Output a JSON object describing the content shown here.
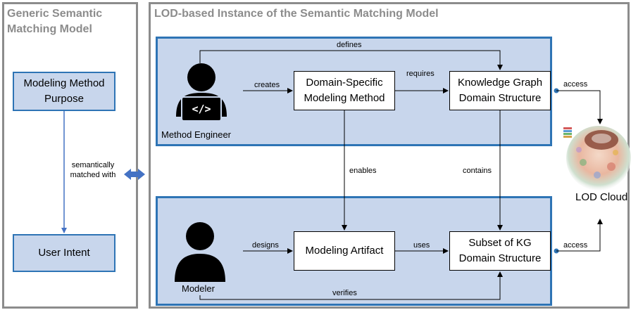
{
  "generic_panel": {
    "title_line1": "Generic Semantic",
    "title_line2": "Matching Model",
    "purpose_line1": "Modeling Method",
    "purpose_line2": "Purpose",
    "user_intent": "User Intent",
    "matched_line1": "semantically",
    "matched_line2": "matched with"
  },
  "lod_panel": {
    "title": "LOD-based Instance of the Semantic Matching Model",
    "method_engineer": "Method Engineer",
    "modeler": "Modeler",
    "dsmm_line1": "Domain-Specific",
    "dsmm_line2": "Modeling Method",
    "kg_line1": "Knowledge Graph",
    "kg_line2": "Domain Structure",
    "artifact": "Modeling Artifact",
    "subset_line1": "Subset of KG",
    "subset_line2": "Domain Structure"
  },
  "edges": {
    "defines": "defines",
    "creates": "creates",
    "requires": "requires",
    "enables": "enables",
    "contains": "contains",
    "designs": "designs",
    "uses": "uses",
    "verifies": "verifies",
    "access_top": "access",
    "access_bottom": "access"
  },
  "lod_cloud": "LOD Cloud",
  "colors": {
    "panel_border": "#8c8c8c",
    "band_fill": "#c8d6ec",
    "band_border": "#2e74b5",
    "arrow_blue": "#4472c4",
    "text_gray": "#8c8c8c"
  }
}
